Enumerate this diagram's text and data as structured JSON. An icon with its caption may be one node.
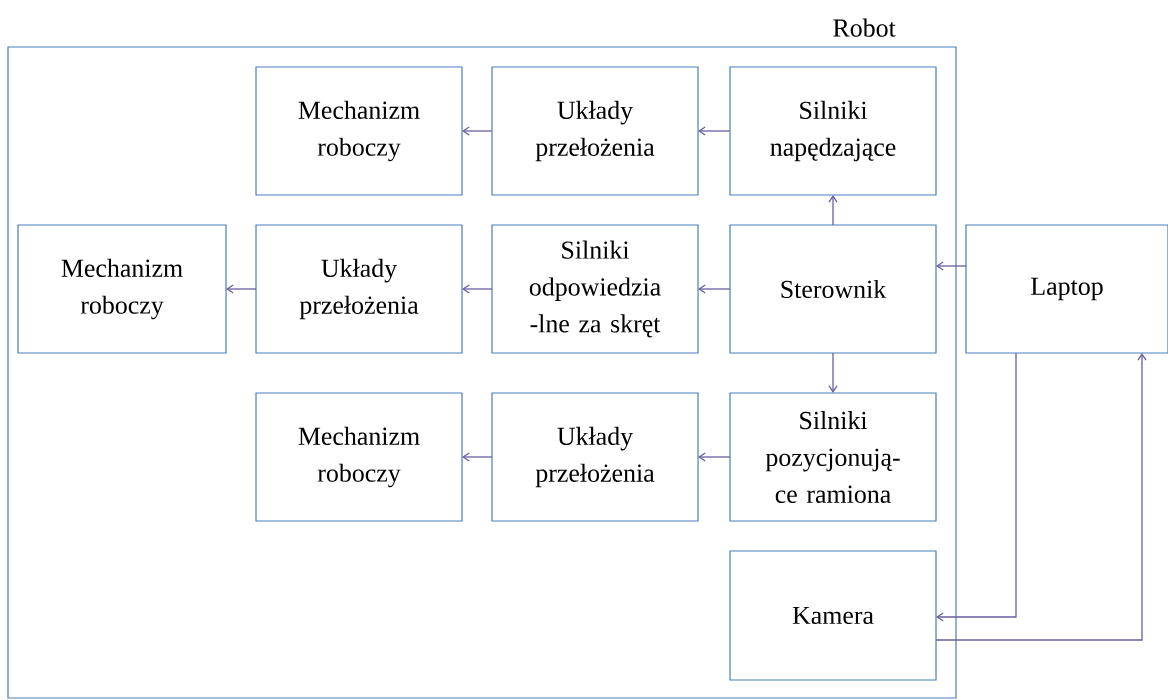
{
  "diagram": {
    "nodes": [
      {
        "text": [
          "Robot"
        ]
      },
      {
        "text": [
          "Mechanizm roboczy"
        ],
        "in": 0
      },
      {
        "text": [
          "Układy przełożenia"
        ],
        "in": 0
      },
      {
        "text": [
          "Silniki napędzające"
        ],
        "in": 0
      },
      {
        "text": [
          "Mechanizm roboczy"
        ],
        "in": 0
      },
      {
        "text": [
          "Układy przełożenia"
        ],
        "in": 0
      },
      {
        "text": [
          "Silniki odpowiedzia -lne za skręt"
        ],
        "in": 0
      },
      {
        "text": [
          "Sterownik"
        ],
        "in": 0
      },
      {
        "text": [
          "Laptop"
        ]
      },
      {
        "text": [
          "Mechanizm roboczy"
        ],
        "in": 0
      },
      {
        "text": [
          "Układy przełożenia"
        ],
        "in": 0
      },
      {
        "text": [
          "Silniki pozycjonują- ce ramiona"
        ],
        "in": 0
      },
      {
        "text": [
          "Kamera"
        ],
        "in": 0
      }
    ],
    "edges": [
      {
        "from": 7,
        "to": 3,
        "arrow": "to"
      },
      {
        "from": 3,
        "to": 2,
        "arrow": "to"
      },
      {
        "from": 2,
        "to": 1,
        "arrow": "to"
      },
      {
        "from": 7,
        "to": 6,
        "arrow": "to"
      },
      {
        "from": 6,
        "to": 5,
        "arrow": "to"
      },
      {
        "from": 5,
        "to": 4,
        "arrow": "to"
      },
      {
        "from": 7,
        "to": 11,
        "arrow": "to"
      },
      {
        "from": 11,
        "to": 10,
        "arrow": "to"
      },
      {
        "from": 10,
        "to": 9,
        "arrow": "to"
      },
      {
        "from": 8,
        "to": 7,
        "arrow": "to"
      },
      {
        "from": 8,
        "to": 12,
        "arrow": "to"
      },
      {
        "from": 12,
        "to": 8,
        "arrow": "to"
      }
    ]
  }
}
